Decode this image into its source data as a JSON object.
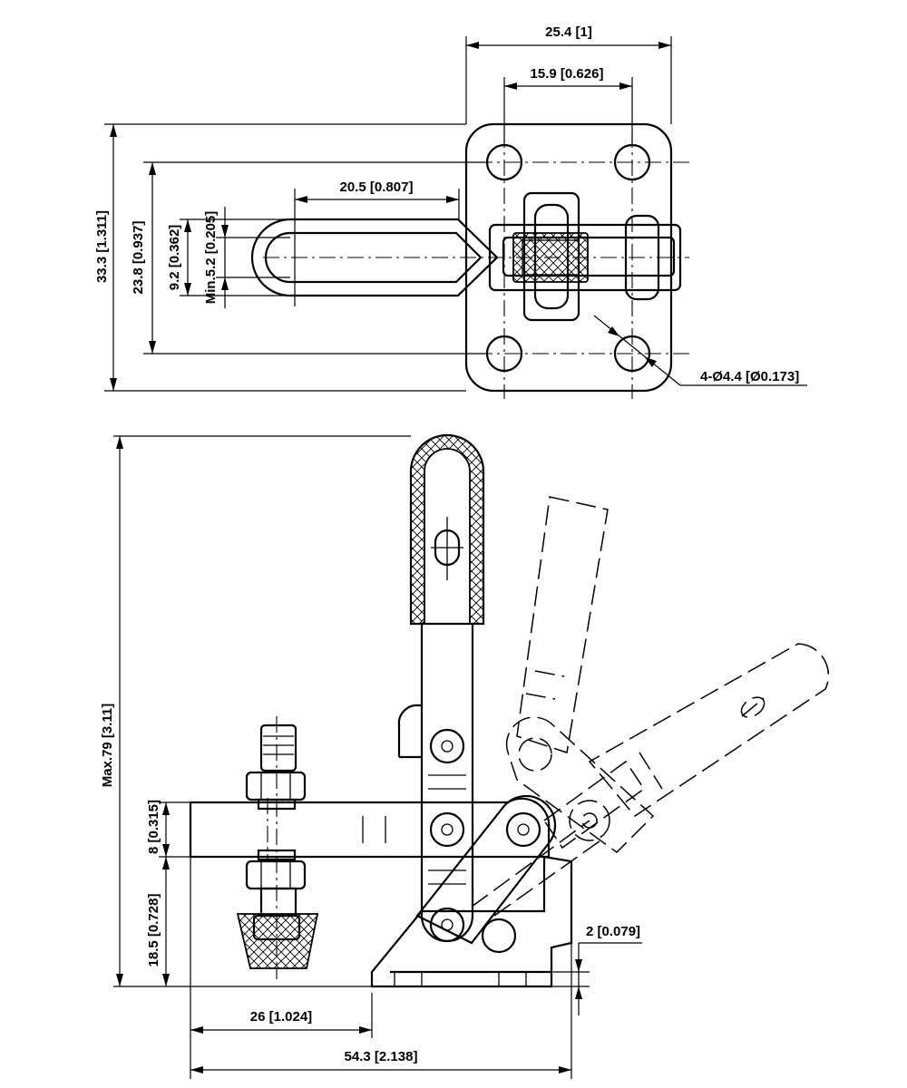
{
  "top_view": {
    "width_overall": "25.4 [1]",
    "hole_spacing_x": "15.9 [0.626]",
    "handle_length": "20.5 [0.807]",
    "height_overall": "33.3 [1.311]",
    "hole_spacing_y": "23.8 [0.937]",
    "bar_width": "9.2 [0.362]",
    "slot_min": "Min.5.2 [0.205]",
    "mounting_holes": "4-Ø4.4 [Ø0.173]"
  },
  "side_view": {
    "max_height": "Max.79 [3.11]",
    "arm_thickness": "8 [0.315]",
    "base_to_arm": "18.5 [0.728]",
    "base_thickness": "2 [0.079]",
    "arm_reach": "26 [1.024]",
    "overall_length": "54.3 [2.138]"
  }
}
